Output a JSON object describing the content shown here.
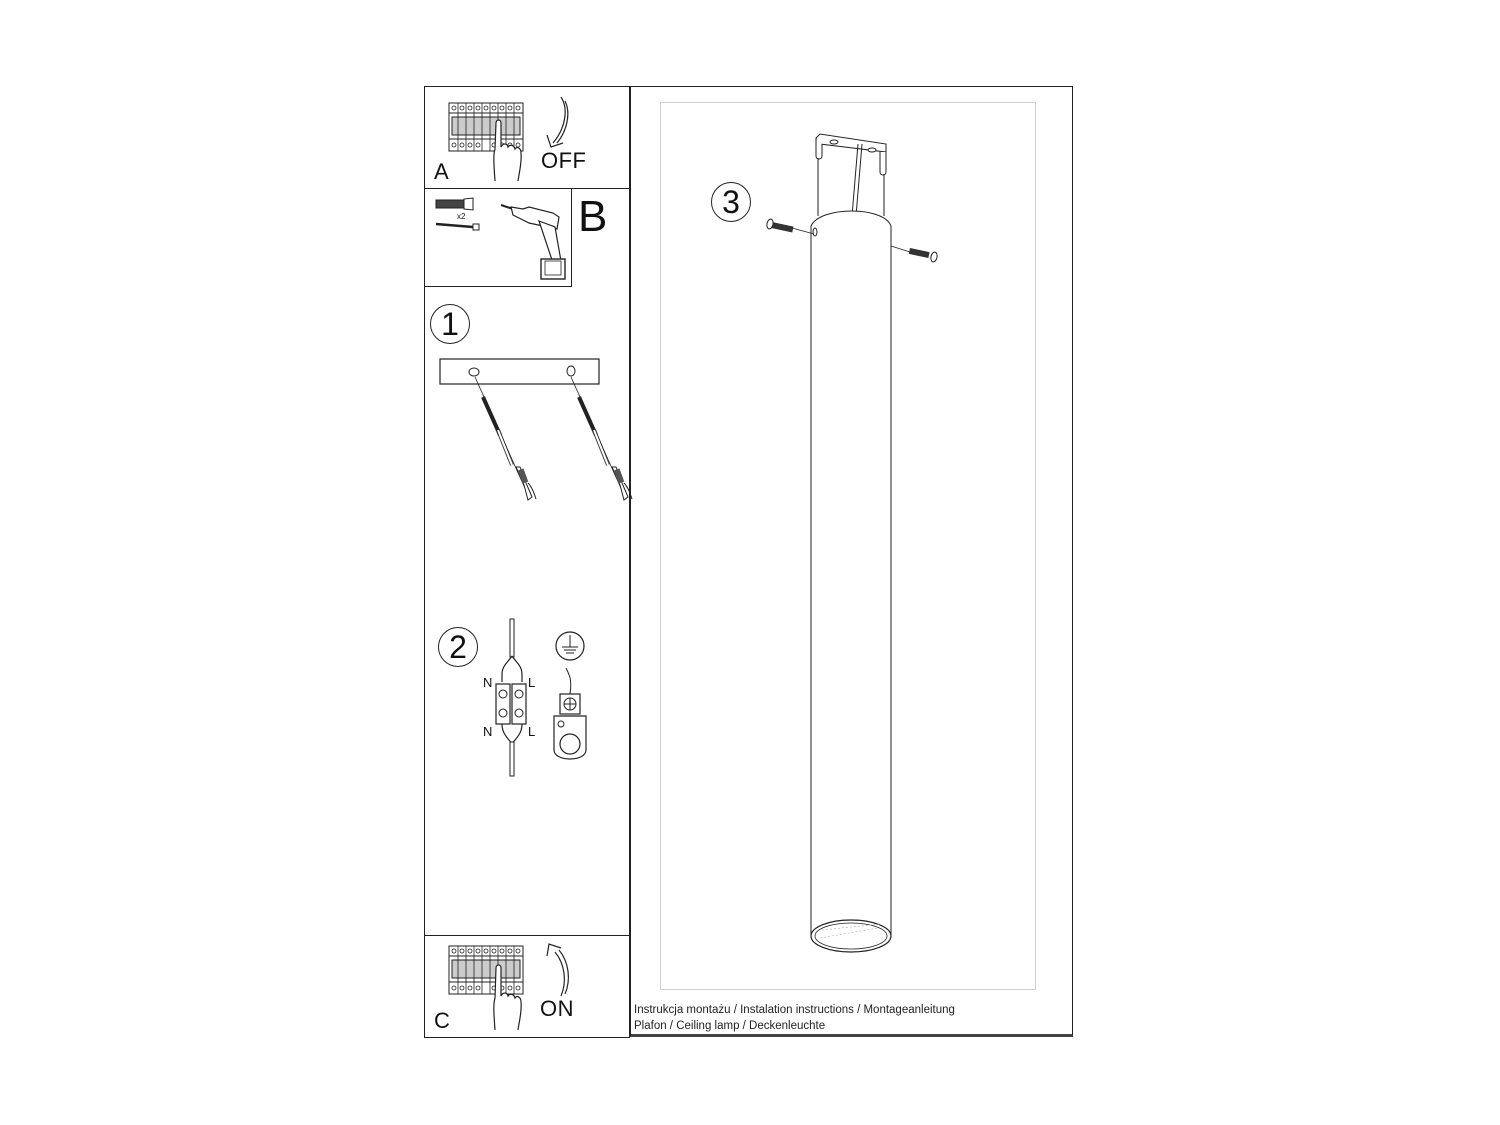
{
  "document": {
    "type": "Installation instructions sheet",
    "caption": {
      "line1": "Instrukcja montażu / Instalation instructions / Montageanleitung",
      "line2": "Plafon / Ceiling lamp / Deckenleuchte"
    }
  },
  "panels": {
    "A": {
      "label": "A",
      "state": "OFF",
      "icons": [
        "breaker-panel-icon",
        "hand-icon",
        "arrow-down-icon"
      ]
    },
    "B": {
      "label": "B",
      "quantity": "x2",
      "icons": [
        "wall-plug-icon",
        "screw-icon",
        "drill-icon"
      ]
    },
    "C": {
      "label": "C",
      "state": "ON",
      "icons": [
        "breaker-panel-icon",
        "hand-icon",
        "arrow-up-icon"
      ]
    }
  },
  "steps": [
    {
      "number": "1",
      "description_icons": [
        "mounting-bracket-icon",
        "screw-icon",
        "wall-plug-icon"
      ]
    },
    {
      "number": "2",
      "wire_labels": {
        "top_left": "N",
        "top_right": "L",
        "bottom_left": "N",
        "bottom_right": "L"
      },
      "description_icons": [
        "terminal-block-icon",
        "ground-symbol-icon",
        "ground-terminal-icon"
      ]
    },
    {
      "number": "3",
      "description_icons": [
        "ceiling-canopy-icon",
        "cylinder-lamp-icon",
        "screw-icon"
      ]
    }
  ],
  "colors": {
    "line": "#222222",
    "frame_light": "#cfcfcf",
    "background": "#ffffff"
  }
}
